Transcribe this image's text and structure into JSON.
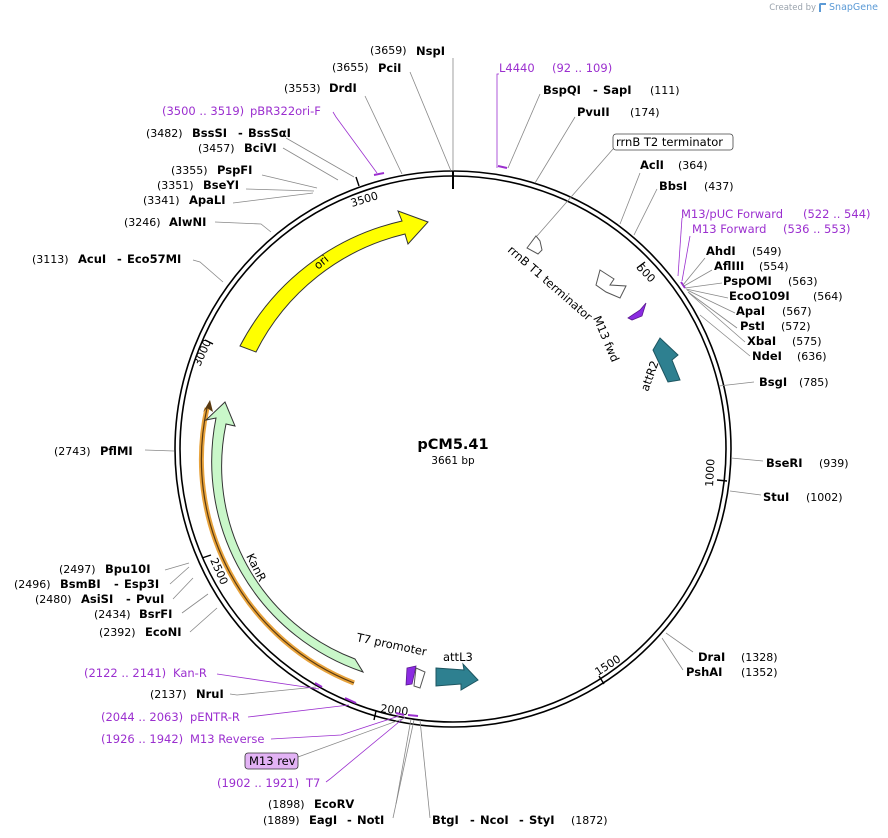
{
  "credit": {
    "prefix": "Created by",
    "brand": "SnapGene"
  },
  "plasmid": {
    "name": "pCM5.41",
    "size": "3661 bp"
  },
  "ticks": [
    "500",
    "1000",
    "1500",
    "2000",
    "2500",
    "3000",
    "3500"
  ],
  "features": {
    "ori": "ori",
    "kanr": "KanR",
    "rrnb_t1": "rrnB T1 terminator",
    "rrnb_t2": "rrnB T2 terminator",
    "m13fwd": "M13 fwd",
    "attr2": "attR2",
    "t7promoter": "T7 promoter",
    "attl3": "attL3",
    "m13rev": "M13 rev"
  },
  "enzymes": [
    {
      "name": "NspI",
      "pos": "(3659)"
    },
    {
      "name": "PciI",
      "pos": "(3655)"
    },
    {
      "name": "DrdI",
      "pos": "(3553)"
    },
    {
      "name": "BssSI",
      "name2": "BssSαI",
      "pos": "(3482)"
    },
    {
      "name": "BciVI",
      "pos": "(3457)"
    },
    {
      "name": "PspFI",
      "pos": "(3355)"
    },
    {
      "name": "BseYI",
      "pos": "(3351)"
    },
    {
      "name": "ApaLI",
      "pos": "(3341)"
    },
    {
      "name": "AlwNI",
      "pos": "(3246)"
    },
    {
      "name": "AcuI",
      "name2": "Eco57MI",
      "pos": "(3113)"
    },
    {
      "name": "PflMI",
      "pos": "(2743)"
    },
    {
      "name": "Bpu10I",
      "pos": "(2497)"
    },
    {
      "name": "BsmBI",
      "name2": "Esp3I",
      "pos": "(2496)"
    },
    {
      "name": "AsiSI",
      "name2": "PvuI",
      "pos": "(2480)"
    },
    {
      "name": "BsrFI",
      "pos": "(2434)"
    },
    {
      "name": "EcoNI",
      "pos": "(2392)"
    },
    {
      "name": "NruI",
      "pos": "(2137)"
    },
    {
      "name": "EcoRV",
      "pos": "(1898)"
    },
    {
      "name": "EagI",
      "name2": "NotI",
      "pos": "(1889)"
    },
    {
      "name": "BtgI",
      "name2": "NcoI",
      "name3": "StyI",
      "pos": "(1872)"
    },
    {
      "name": "BspQI",
      "name2": "SapI",
      "pos": "(111)"
    },
    {
      "name": "PvuII",
      "pos": "(174)"
    },
    {
      "name": "AclI",
      "pos": "(364)"
    },
    {
      "name": "BbsI",
      "pos": "(437)"
    },
    {
      "name": "AhdI",
      "pos": "(549)"
    },
    {
      "name": "AflIII",
      "pos": "(554)"
    },
    {
      "name": "PspOMI",
      "pos": "(563)"
    },
    {
      "name": "EcoO109I",
      "pos": "(564)"
    },
    {
      "name": "ApaI",
      "pos": "(567)"
    },
    {
      "name": "PstI",
      "pos": "(572)"
    },
    {
      "name": "XbaI",
      "pos": "(575)"
    },
    {
      "name": "NdeI",
      "pos": "(636)"
    },
    {
      "name": "BsgI",
      "pos": "(785)"
    },
    {
      "name": "BseRI",
      "pos": "(939)"
    },
    {
      "name": "StuI",
      "pos": "(1002)"
    },
    {
      "name": "DraI",
      "pos": "(1328)"
    },
    {
      "name": "PshAI",
      "pos": "(1352)"
    }
  ],
  "primers": [
    {
      "name": "L4440",
      "range": "(92 .. 109)"
    },
    {
      "name": "pBR322ori-F",
      "range": "(3500 .. 3519)"
    },
    {
      "name": "M13/pUC Forward",
      "range": "(522 .. 544)"
    },
    {
      "name": "M13 Forward",
      "range": "(536 .. 553)"
    },
    {
      "name": "Kan-R",
      "range": "(2122 .. 2141)"
    },
    {
      "name": "pENTR-R",
      "range": "(2044 .. 2063)"
    },
    {
      "name": "M13 Reverse",
      "range": "(1926 .. 1942)"
    },
    {
      "name": "T7",
      "range": "(1902 .. 1921)"
    }
  ],
  "colors": {
    "ori": "#ffff00",
    "kanr": "#c9f7c9",
    "teal": "#2e8090",
    "primer": "#9b2fcf",
    "m13rev_bg": "#e3b3f5",
    "orf": "#e8a33c"
  }
}
